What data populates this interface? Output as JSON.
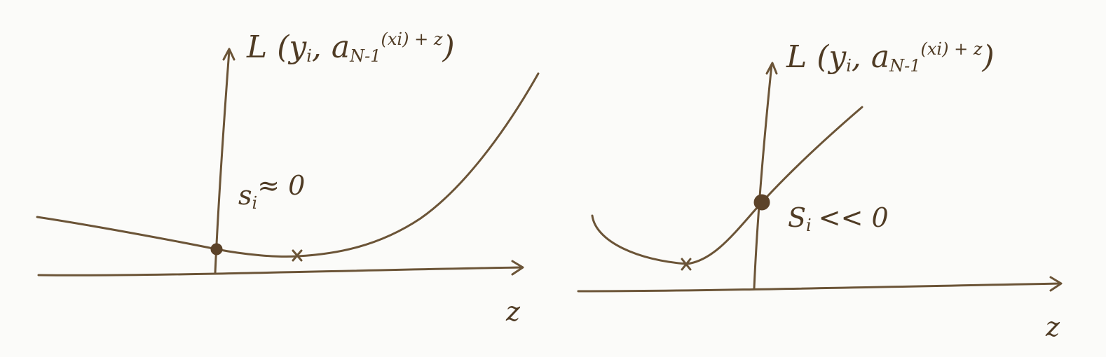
{
  "panels": [
    {
      "id": "left",
      "y_axis_label_main": "L (y",
      "y_axis_label_i": "i",
      "y_axis_label_comma": ", a",
      "y_axis_label_sub": "N-1",
      "y_axis_label_arg": "(xi) + z",
      "y_axis_label_close": ")",
      "x_axis_label": "z",
      "annotation_main": "s",
      "annotation_i": "i",
      "annotation_rel": "≈ 0"
    },
    {
      "id": "right",
      "y_axis_label_main": "L (y",
      "y_axis_label_i": "i",
      "y_axis_label_comma": ", a",
      "y_axis_label_sub": "N-1",
      "y_axis_label_arg": "(xi) + z",
      "y_axis_label_close": ")",
      "x_axis_label": "z",
      "annotation_main": "S",
      "annotation_i": "i",
      "annotation_rel": "<< 0"
    }
  ]
}
